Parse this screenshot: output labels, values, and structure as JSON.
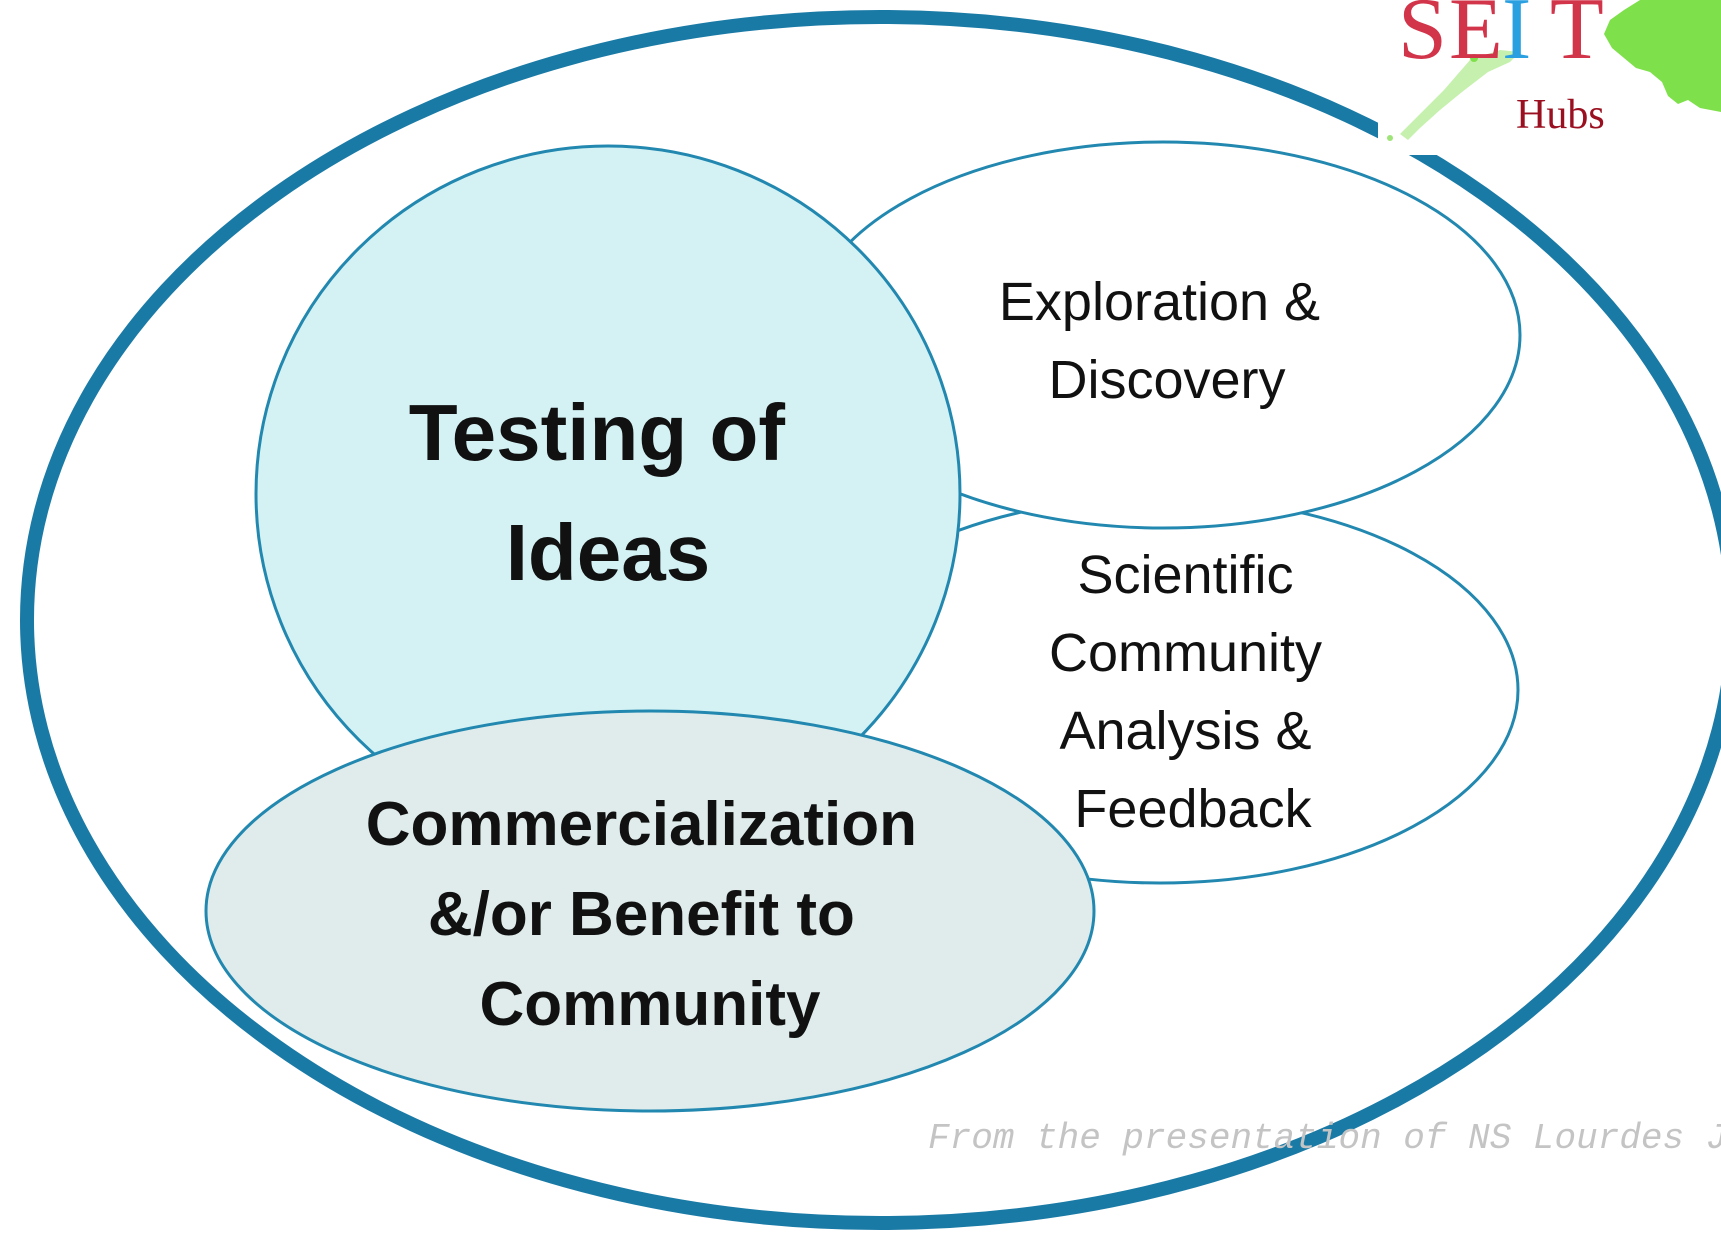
{
  "diagram": {
    "testing": {
      "lines": [
        "Testing of",
        "Ideas"
      ]
    },
    "exploration": {
      "lines": [
        "Exploration &",
        "Discovery"
      ]
    },
    "scientific": {
      "lines": [
        "Scientific",
        "Community",
        "Analysis &",
        "Feedback"
      ]
    },
    "commercialization": {
      "lines": [
        "Commercialization",
        "&/or Benefit to",
        "Community"
      ]
    }
  },
  "logo": {
    "letters": [
      "S",
      "E",
      "I",
      "T"
    ],
    "subtitle": "Hubs"
  },
  "attribution": "From the presentation of NS Lourdes J. Cruz",
  "colors": {
    "outline": "#2288b0",
    "outer_ring": "#1a7aa6",
    "testing_fill": "#d4f2f4",
    "commercial_fill": "#e0ecec",
    "logo_red": "#d2344a",
    "logo_blue": "#2aa0e0",
    "logo_green": "#7ee04a"
  }
}
